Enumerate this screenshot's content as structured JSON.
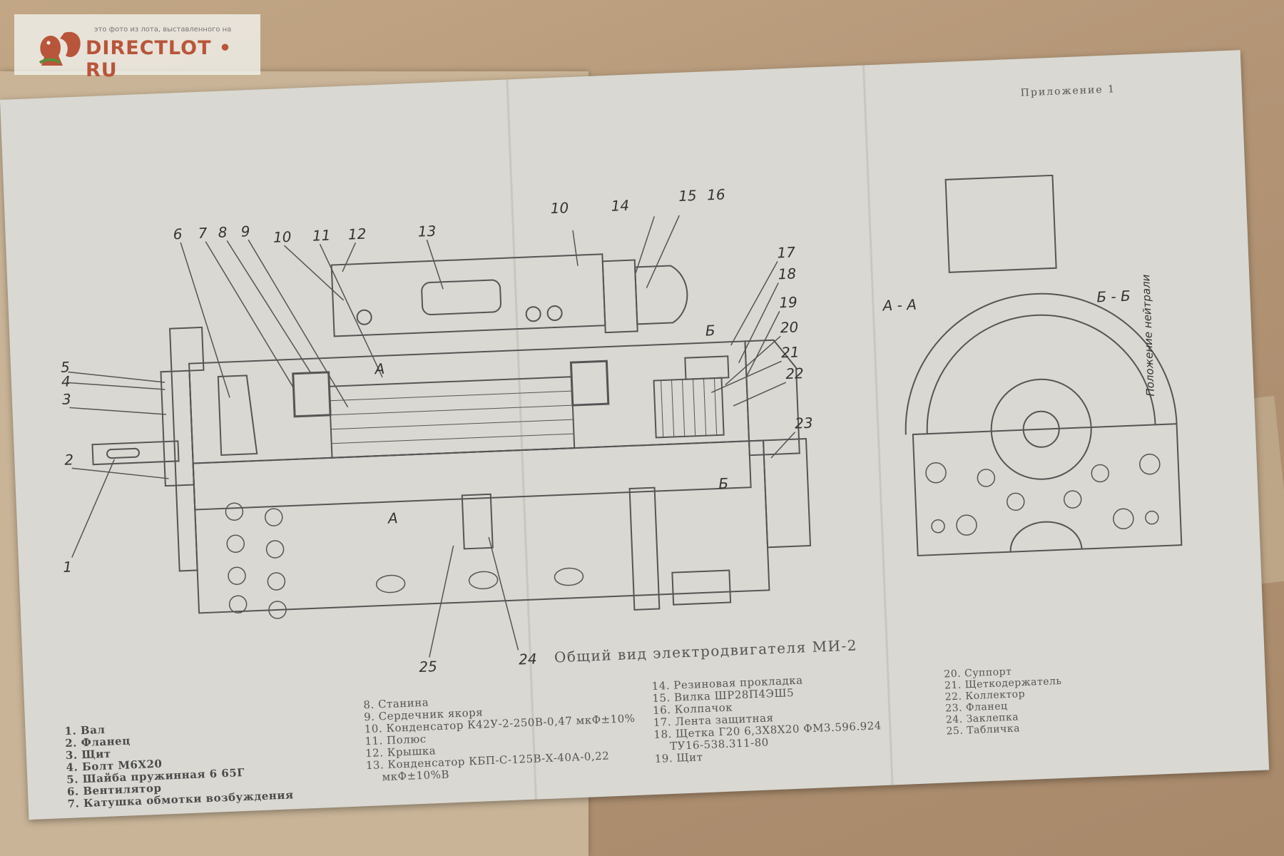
{
  "watermark": {
    "tagline": "это фото из лота, выставленного на",
    "brand": "DIRECTLOT • RU",
    "logo_icon": "squirrel-icon",
    "brand_color": "#b8553a"
  },
  "document": {
    "appendix": "Приложение 1",
    "caption": "Общий вид электродвигателя МИ-2",
    "section_labels": {
      "aa": "А - А",
      "bb": "Б - Б",
      "aa_mark": "А",
      "bb_mark": "Б",
      "neutral": "Положение нейтрали"
    },
    "callouts": [
      "1",
      "2",
      "3",
      "4",
      "5",
      "6",
      "7",
      "8",
      "9",
      "10",
      "11",
      "12",
      "13",
      "14",
      "15",
      "16",
      "17",
      "18",
      "19",
      "20",
      "21",
      "22",
      "23",
      "24",
      "25"
    ],
    "legend_col1": [
      "1. Вал",
      "2. Фланец",
      "3. Щит",
      "4. Болт М6Х20",
      "5. Шайба пружинная 6 65Г",
      "6. Вентилятор",
      "7. Катушка обмотки возбуждения"
    ],
    "legend_col2": [
      "8. Станина",
      "9. Сердечник якоря",
      "10. Конденсатор К42У-2-250В-0,47 мкФ±10%",
      "11. Полюс",
      "12. Крышка",
      "13. Конденсатор КБП-С-125В-Х-40А-0,22",
      "мкФ±10%В"
    ],
    "legend_col3": [
      "14. Резиновая прокладка",
      "15. Вилка ШР28П4ЭШ5",
      "16. Колпачок",
      "17. Лента защитная",
      "18. Щетка Г20 6,3Х8Х20 ФМ3.596.924",
      "ТУ16-538.311-80",
      "19. Щит"
    ],
    "legend_col4": [
      "20. Суппорт",
      "21. Щеткодержатель",
      "22. Коллектор",
      "23. Фланец",
      "24. Заклепка",
      "25. Табличка"
    ]
  }
}
